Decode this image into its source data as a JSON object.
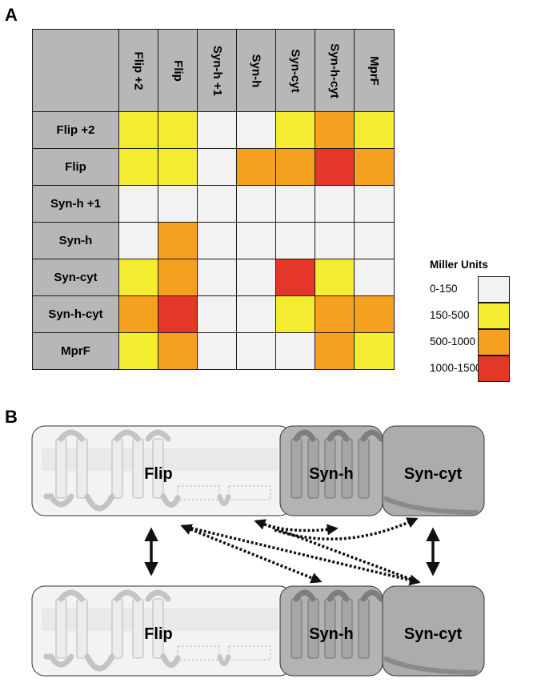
{
  "panel_a_letter": "A",
  "panel_b_letter": "B",
  "heatmap": {
    "columns": [
      "Flip +2",
      "Flip",
      "Syn-h +1",
      "Syn-h",
      "Syn-cyt",
      "Syn-h-cyt",
      "MprF"
    ],
    "rows": [
      "Flip +2",
      "Flip",
      "Syn-h +1",
      "Syn-h",
      "Syn-cyt",
      "Syn-h-cyt",
      "MprF"
    ],
    "levels": [
      [
        1,
        1,
        0,
        0,
        1,
        2,
        1
      ],
      [
        1,
        1,
        0,
        2,
        2,
        3,
        2
      ],
      [
        0,
        0,
        0,
        0,
        0,
        0,
        0
      ],
      [
        0,
        2,
        0,
        0,
        0,
        0,
        0
      ],
      [
        1,
        2,
        0,
        0,
        3,
        1,
        0
      ],
      [
        2,
        3,
        0,
        0,
        1,
        2,
        2
      ],
      [
        1,
        2,
        0,
        0,
        0,
        2,
        1
      ]
    ]
  },
  "legend": {
    "title": "Miller Units",
    "items": [
      {
        "label": "0-150",
        "color": "#f2f2f2"
      },
      {
        "label": "150-500",
        "color": "#f4ec30"
      },
      {
        "label": "500-1000",
        "color": "#f6a01f"
      },
      {
        "label": "1000-1500",
        "color": "#e5362a"
      }
    ]
  },
  "diagram": {
    "top_row": {
      "flip": "Flip",
      "synh": "Syn-h",
      "syncyt": "Syn-cyt"
    },
    "bottom_row": {
      "flip": "Flip",
      "synh": "Syn-h",
      "syncyt": "Syn-cyt"
    }
  }
}
